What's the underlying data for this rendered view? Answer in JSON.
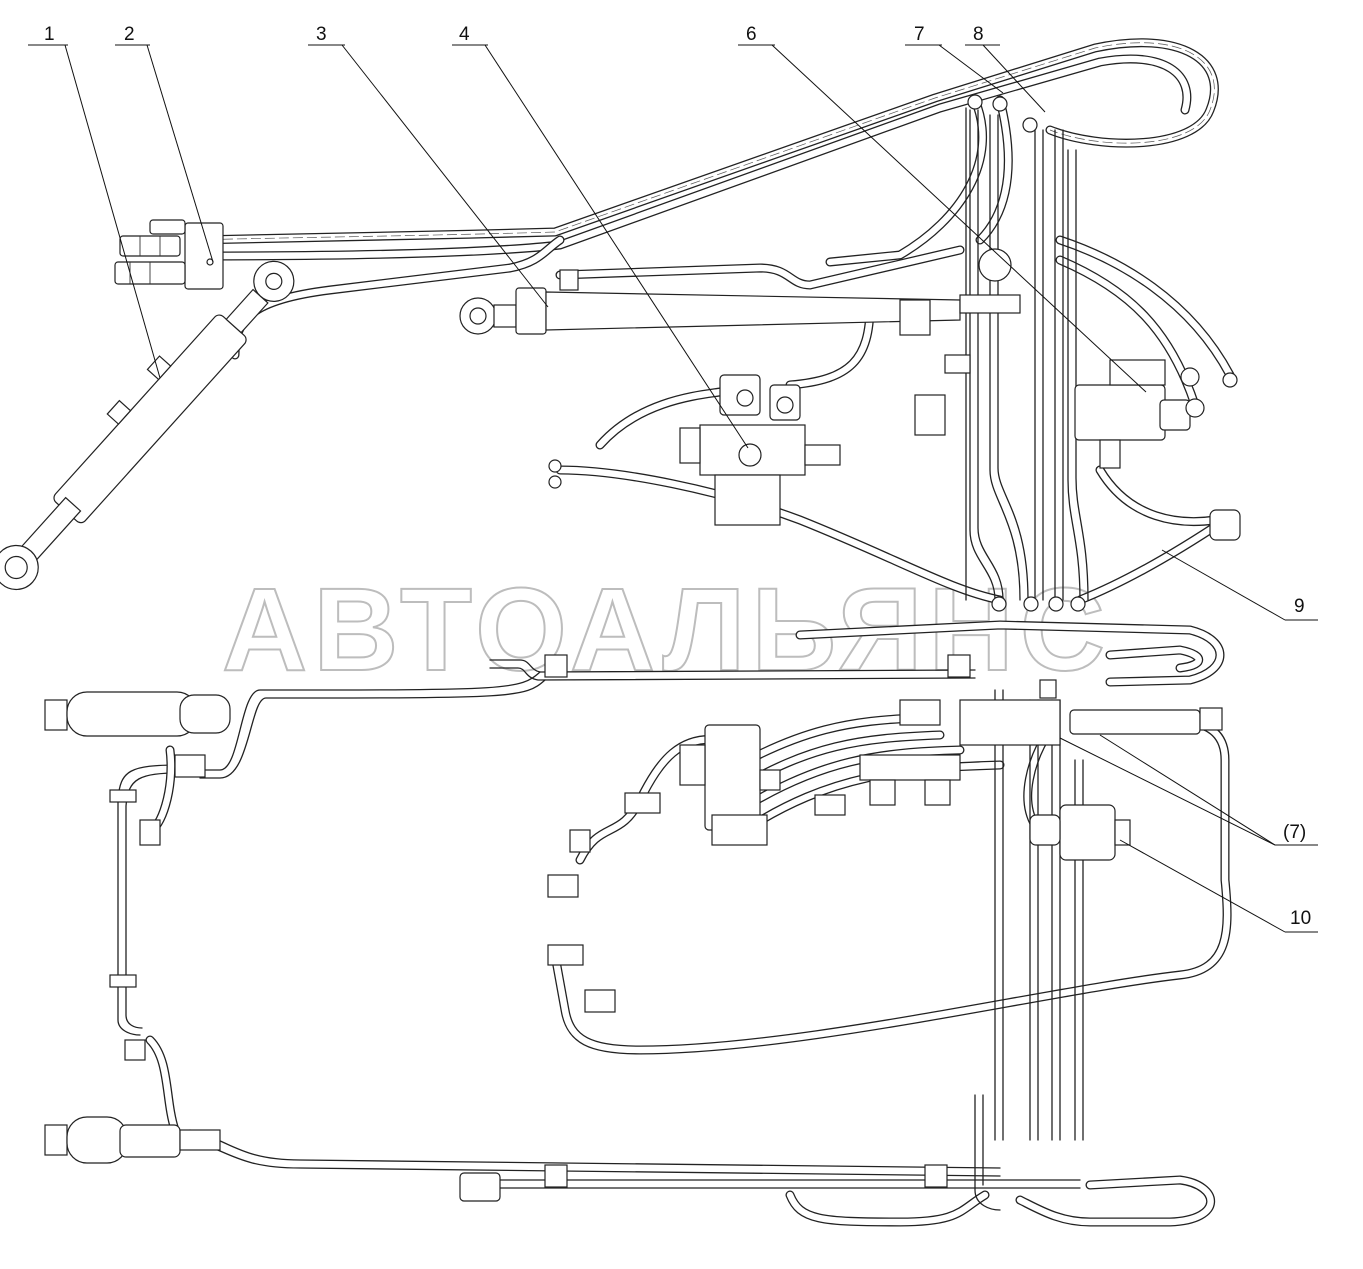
{
  "diagram": {
    "watermark": "АВТОАЛЬЯНС",
    "callouts": [
      {
        "id": "c1",
        "label": "1"
      },
      {
        "id": "c2",
        "label": "2"
      },
      {
        "id": "c3",
        "label": "3"
      },
      {
        "id": "c4",
        "label": "4"
      },
      {
        "id": "c6",
        "label": "6"
      },
      {
        "id": "c7",
        "label": "7"
      },
      {
        "id": "c8",
        "label": "8"
      },
      {
        "id": "c9",
        "label": "9"
      },
      {
        "id": "c7b",
        "label": "(7)"
      },
      {
        "id": "c10",
        "label": "10"
      }
    ]
  }
}
